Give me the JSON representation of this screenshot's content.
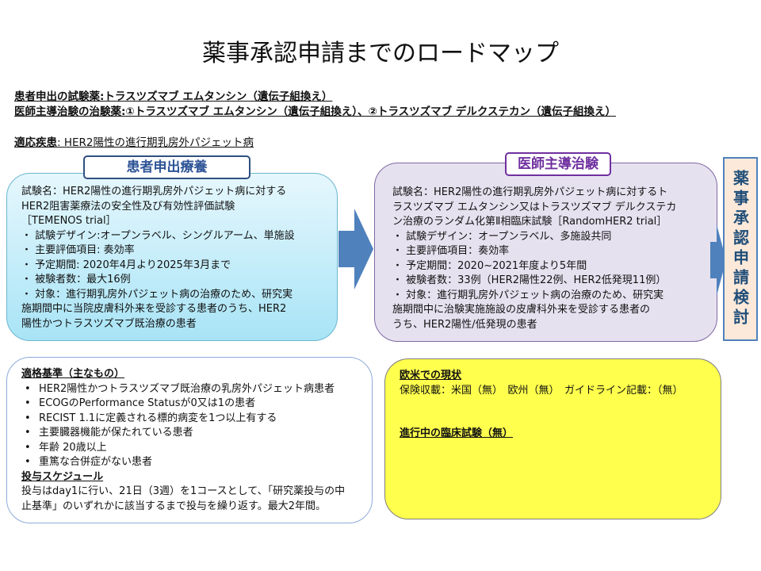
{
  "title": "薬事承認申請までのロードマップ",
  "header": {
    "line1": "患者申出の試験薬:トラスツズマブ エムタンシン（遺伝子組換え）",
    "line2": "医師主導治験の治験薬:①トラスツズマブ エムタンシン（遺伝子組換え）、②トラスツズマブ デルクステカン（遺伝子組換え）",
    "disease_label": "適応疾患",
    "disease": ": HER2陽性の進行期乳房外パジェット病"
  },
  "left": {
    "tag": "患者申出療養",
    "lines": [
      "試験名：HER2陽性の進行期乳房外パジェット病に対する",
      "HER2阻害薬療法の安全性及び有効性評価試験",
      "［TEMENOS trial］",
      "・ 試験デザイン:オープンラベル、シングルアーム、単施設",
      "・ 主要評価項目: 奏効率",
      "・ 予定期間: 2020年4月より2025年3月まで",
      "・ 被験者数：最大16例",
      "・ 対象：進行期乳房外パジェット病の治療のため、研究実",
      "施期間中に当院皮膚科外来を受診する患者のうち、HER2",
      "陽性かつトラスツズマブ既治療の患者"
    ]
  },
  "right": {
    "tag": "医師主導治験",
    "lines": [
      "試験名：HER2陽性の進行期乳房外パジェット病に対するト",
      "ラスツズマブ エムタンシン又はトラスツズマブ デルクステカ",
      "ン治療のランダム化第Ⅱ相臨床試験［RandomHER2 trial］",
      "・ 試験デザイン：オープンラベル、多施設共同",
      "・ 主要評価項目：奏効率",
      "・ 予定期間：2020~2021年度より5年間",
      "・ 被験者数：33例（HER2陽性22例、HER2低発現11例）",
      "・ 対象：進行期乳房外パジェット病の治療のため、研究実",
      "施期間中に治験実施施設の皮膚科外来を受診する患者の",
      "うち、HER2陽性/低発現の患者"
    ]
  },
  "final": "薬事承認申請検討",
  "eligibility": {
    "heading": "適格基準（主なもの）",
    "items": [
      "HER2陽性かつトラスツズマブ既治療の乳房外パジェット病患者",
      "ECOGのPerformance Statusが0又は1の患者",
      "RECIST 1.1に定義される標的病変を1つ以上有する",
      "主要臓器機能が保たれている患者",
      "年齢 20歳以上",
      "重篤な合併症がない患者"
    ],
    "schedule_heading": "投与スケジュール",
    "schedule": "投与はday1に行い、21日（3週）を1コースとして、「研究薬投与の中止基準」のいずれかに該当するまで投与を繰り返す。最大2年間。"
  },
  "status": {
    "heading": "欧米での現状",
    "insurance": "保険収載：米国（無）　欧州（無）　ガイドライン記載：（無）",
    "trials": "進行中の臨床試験（無）"
  }
}
